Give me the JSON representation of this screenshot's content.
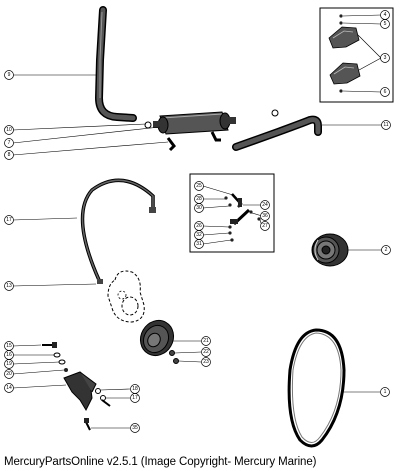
{
  "caption": "MercuryPartsOnline v2.5.1 (Image Copyright- Mercury Marine)",
  "callouts": {
    "c9": "9",
    "c10": "10",
    "c7": "7",
    "c8": "8",
    "c11": "11",
    "c4": "4",
    "c5": "5",
    "c3": "3",
    "c6": "6",
    "c17": "17",
    "c13": "13",
    "c25": "25",
    "c28": "28",
    "c30": "30",
    "c24": "24",
    "c36": "36",
    "c27": "27",
    "c26": "26",
    "c32": "32",
    "c31": "31",
    "c2": "2",
    "c15": "15",
    "c16": "16",
    "c19": "19",
    "c20": "20",
    "c14": "14",
    "c21": "21",
    "c22": "22",
    "c23": "23",
    "c18": "18",
    "c17b": "17",
    "c35": "35",
    "c1": "1"
  }
}
